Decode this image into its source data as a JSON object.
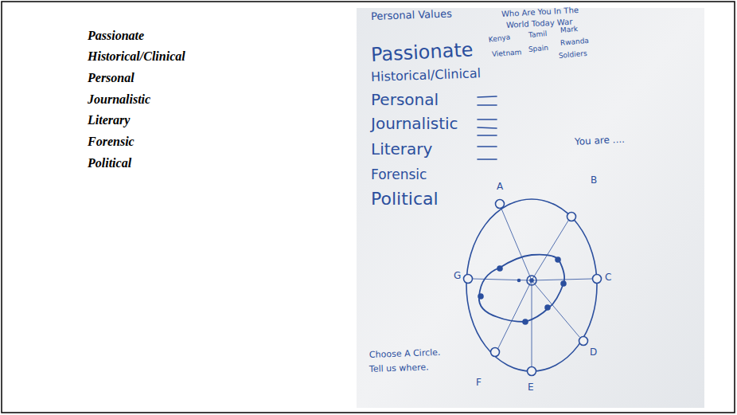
{
  "diagram": {
    "labels": [
      "Passionate",
      "Historical/Clinical",
      "Personal",
      "Journalistic",
      "Literary",
      "Forensic",
      "Political",
      "Personal Values",
      "Who Are You In The",
      "World Today War",
      "Kenya",
      "Vietnam",
      "Tamil",
      "Spain",
      "Mark",
      "Rwanda",
      "Soldiers",
      "Passionate",
      "Historical/Clinical",
      "Personal",
      "Journalistic",
      "Literary",
      "Forensic",
      "Political",
      "You are ....",
      "A",
      "B",
      "C",
      "D",
      "E",
      "F",
      "G",
      "Choose A Circle.",
      "Tell us where."
    ]
  }
}
